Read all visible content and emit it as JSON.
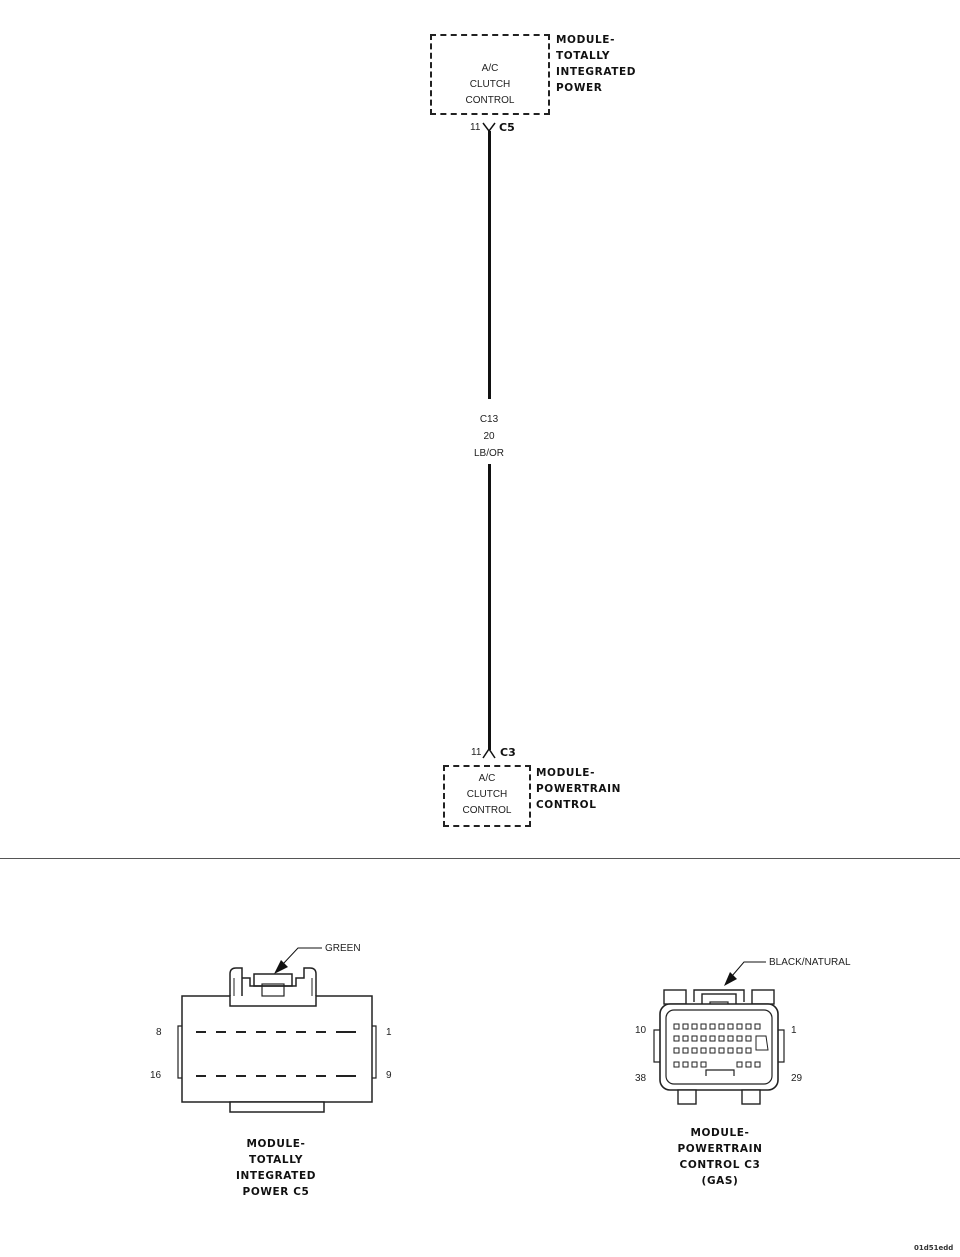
{
  "top_module": {
    "inner_lines": [
      "A/C",
      "CLUTCH",
      "CONTROL"
    ],
    "name_lines": [
      "MODULE-",
      "TOTALLY",
      "INTEGRATED",
      "POWER"
    ],
    "pin": "11",
    "connector": "C5"
  },
  "wire": {
    "circuit": "C13",
    "gauge": "20",
    "color": "LB/OR"
  },
  "bottom_module": {
    "pin": "11",
    "connector": "C3",
    "inner_lines": [
      "A/C",
      "CLUTCH",
      "CONTROL"
    ],
    "name_lines": [
      "MODULE-",
      "POWERTRAIN",
      "CONTROL"
    ]
  },
  "connector_left": {
    "color_label": "GREEN",
    "pin_top_left": "8",
    "pin_top_right": "1",
    "pin_bottom_left": "16",
    "pin_bottom_right": "9",
    "caption_lines": [
      "MODULE-",
      "TOTALLY",
      "INTEGRATED",
      "POWER C5"
    ]
  },
  "connector_right": {
    "color_label": "BLACK/NATURAL",
    "pin_top_left": "10",
    "pin_top_right": "1",
    "pin_bottom_left": "38",
    "pin_bottom_right": "29",
    "caption_lines": [
      "MODULE-",
      "POWERTRAIN",
      "CONTROL C3",
      "(GAS)"
    ]
  },
  "figure_id": "01d51edd"
}
